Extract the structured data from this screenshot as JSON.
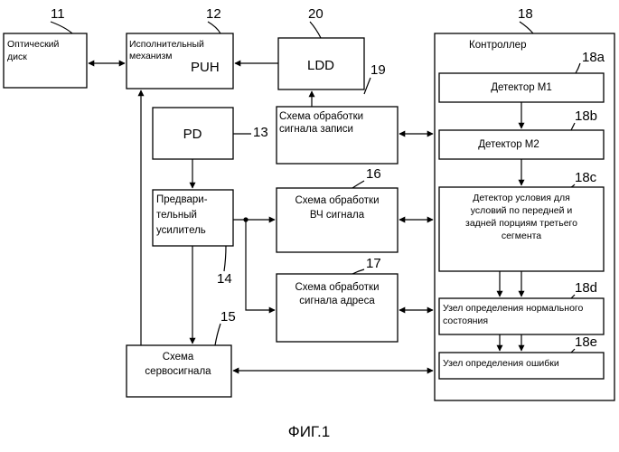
{
  "caption": "ФИГ.1",
  "blocks": {
    "optical_disk": {
      "number": "11",
      "lines": [
        "Оптический",
        "диск"
      ]
    },
    "actuator": {
      "number": "12",
      "lines": [
        "Исполнительный",
        "механизм"
      ],
      "tag": "PUH"
    },
    "ldd": {
      "number": "20",
      "label": "LDD"
    },
    "pd": {
      "number": "13",
      "label": "PD"
    },
    "record_processing": {
      "number": "19",
      "lines": [
        "Схема обработки",
        "сигнала записи"
      ]
    },
    "preamp": {
      "number": "14",
      "lines": [
        "Предвари-",
        "тельный",
        "усилитель"
      ]
    },
    "rf_processing": {
      "number": "16",
      "lines": [
        "Схема обработки",
        "ВЧ сигнала"
      ]
    },
    "address_processing": {
      "number": "17",
      "lines": [
        "Схема обработки",
        "сигнала адреса"
      ]
    },
    "servo": {
      "number": "15",
      "lines": [
        "Схема",
        "сервосигнала"
      ]
    },
    "controller": {
      "number": "18",
      "label": "Контроллер"
    },
    "detector_m1": {
      "number": "18a",
      "label": "Детектор M1"
    },
    "detector_m2": {
      "number": "18b",
      "label": "Детектор M2"
    },
    "condition_detector": {
      "number": "18c",
      "lines": [
        "Детектор условия для",
        "условий по передней и",
        "задней порциям третьего",
        "сегмента"
      ]
    },
    "normal_state": {
      "number": "18d",
      "lines": [
        "Узел определения нормального",
        "состояния"
      ]
    },
    "error_detection": {
      "number": "18e",
      "label": "Узел определения ошибки"
    }
  }
}
